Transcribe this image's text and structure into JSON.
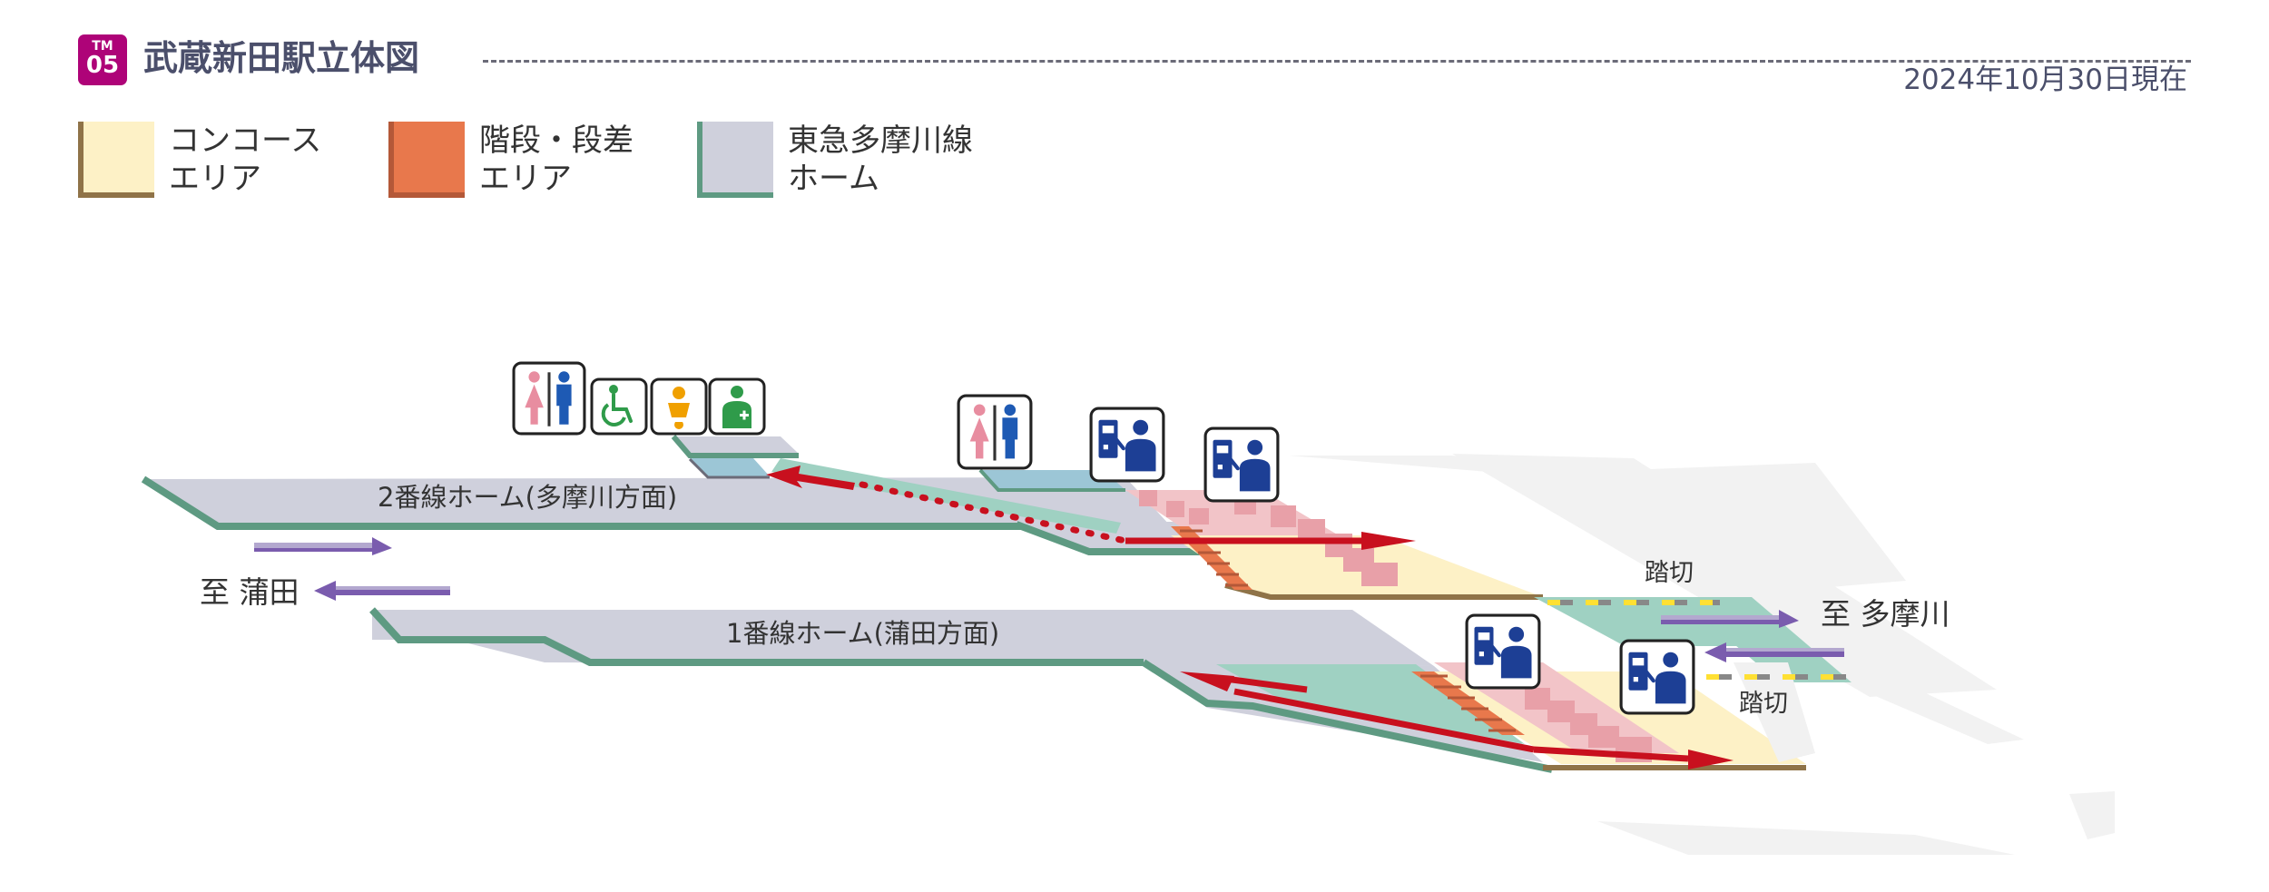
{
  "header": {
    "line_code": "TM",
    "station_number": "05",
    "title": "武蔵新田駅立体図",
    "as_of": "2024年10月30日現在"
  },
  "legend": {
    "concourse": {
      "line1": "コンコース",
      "line2": "エリア"
    },
    "stairs": {
      "line1": "階段・段差",
      "line2": "エリア"
    },
    "platform": {
      "line1": "東急多摩川線",
      "line2": "ホーム"
    }
  },
  "diagram": {
    "platform_2": "2番線ホーム(多摩川方面)",
    "platform_1": "1番線ホーム(蒲田方面)",
    "to_kamata": "至 蒲田",
    "to_tamagawa": "至 多摩川",
    "crossing_north": "踏切",
    "crossing_south": "踏切"
  },
  "icons": {
    "north_cluster": [
      "restroom-icon",
      "accessible-toilet-icon",
      "baby-care-icon",
      "ostomate-icon"
    ],
    "north_mid": [
      "restroom-icon",
      "ticket-gate-staff-icon",
      "ticket-gate-staff-icon"
    ],
    "south": [
      "ticket-gate-staff-icon",
      "ticket-gate-staff-icon"
    ]
  },
  "colors": {
    "brand": "#ae0378",
    "concourse": "#fdf1c6",
    "stairs": "#e8784c",
    "platform": "#cfd0dc",
    "platform_edge": "#5e9a82",
    "direction_arrow": "#7a5cae",
    "route": "#c8101e",
    "pictogram_blue": "#1d3f95"
  }
}
